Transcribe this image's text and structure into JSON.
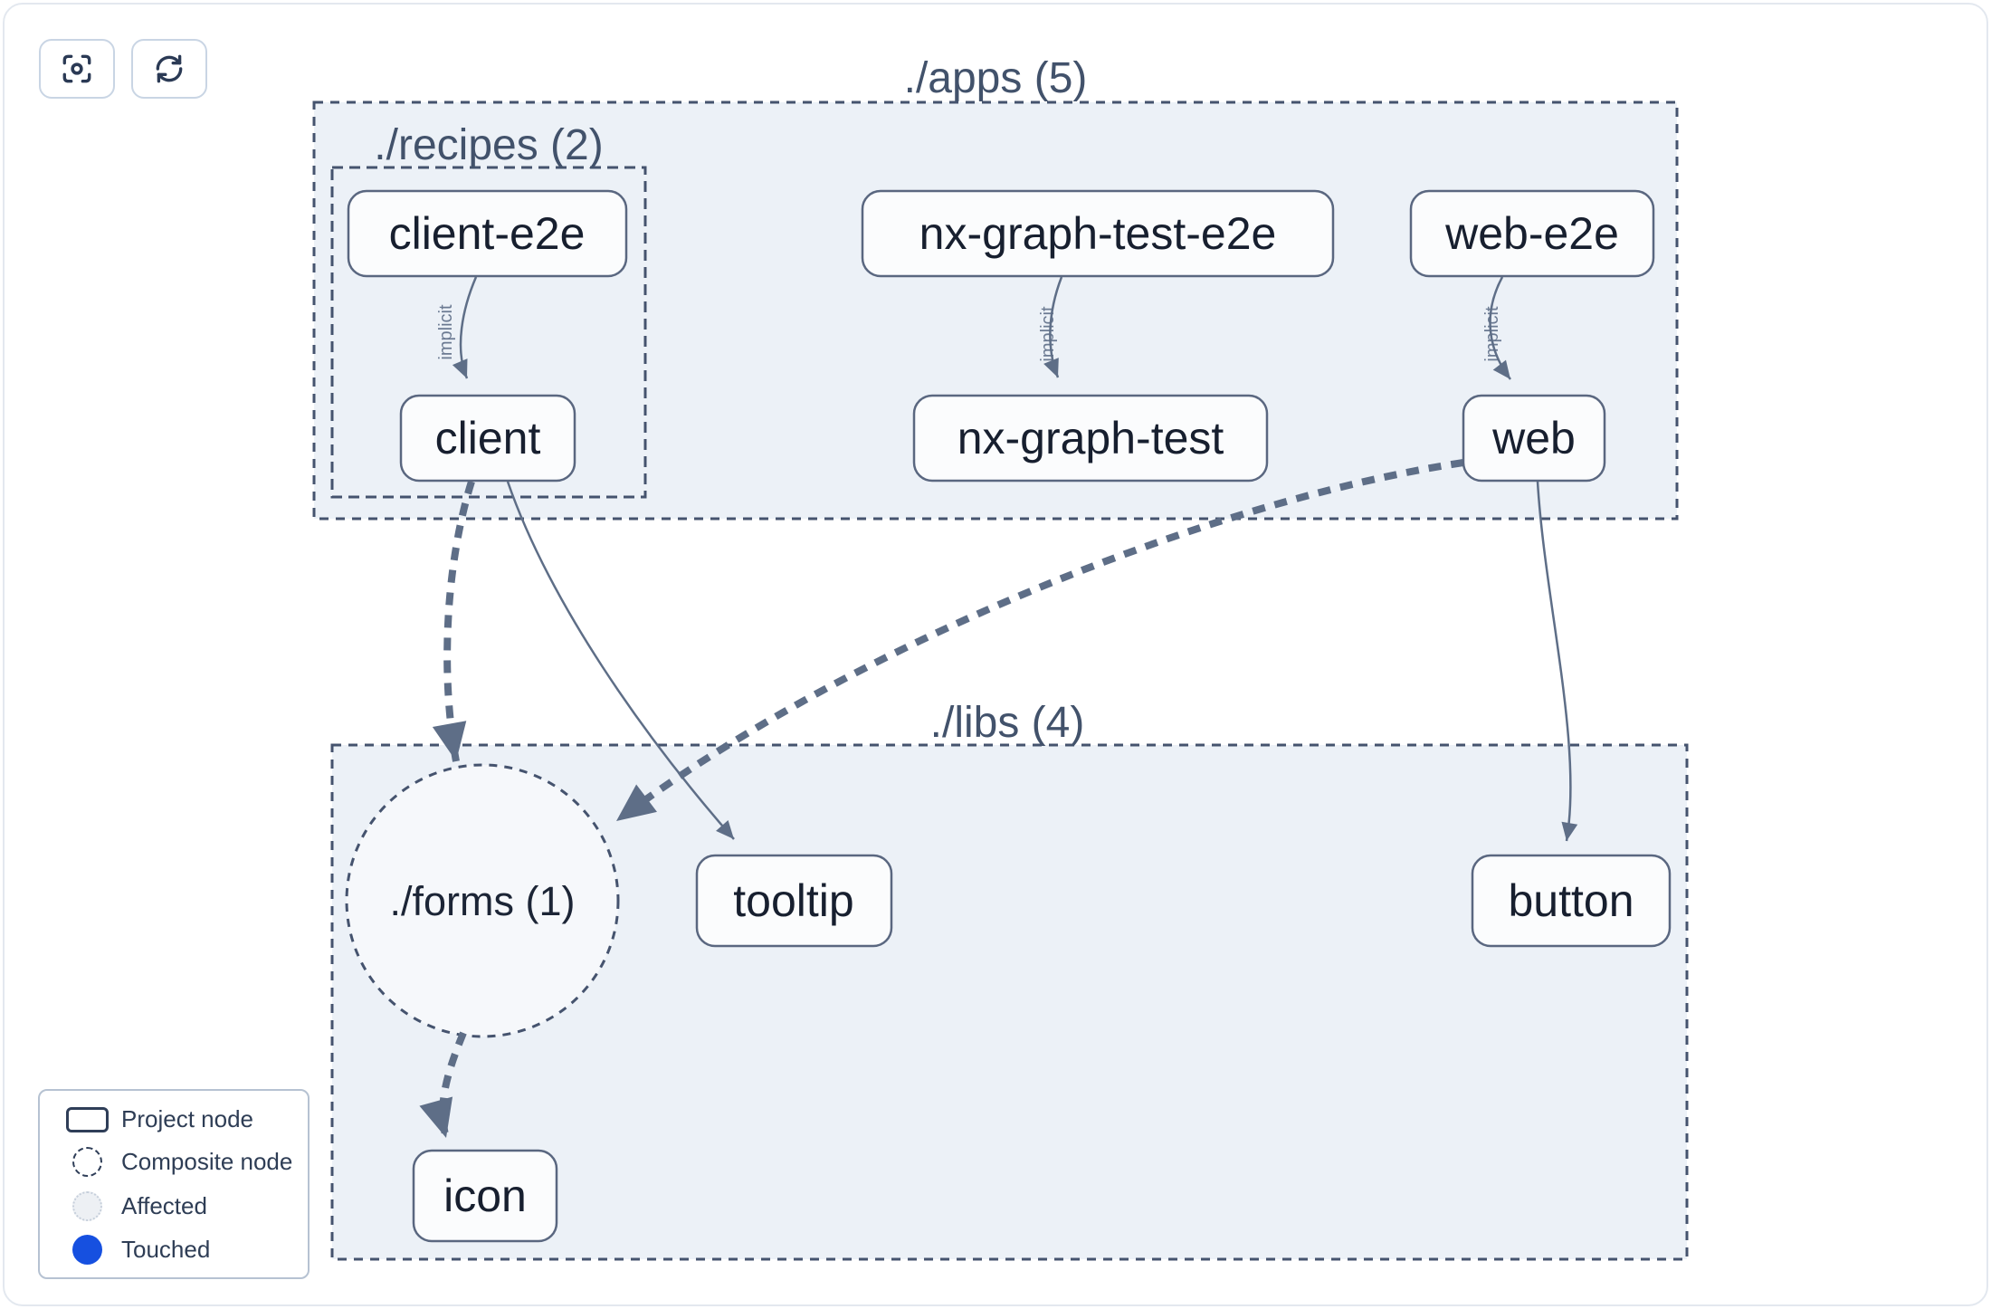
{
  "toolbar": {
    "buttons": [
      {
        "name": "focus-button",
        "icon": "focus-crosshair-icon"
      },
      {
        "name": "refresh-button",
        "icon": "refresh-icon"
      }
    ]
  },
  "graph": {
    "groups": [
      {
        "id": "apps",
        "label": "./apps (5)",
        "count": 5
      },
      {
        "id": "recipes",
        "label": "./recipes (2)",
        "count": 2
      },
      {
        "id": "libs",
        "label": "./libs (4)",
        "count": 4
      }
    ],
    "composite_nodes": [
      {
        "id": "forms",
        "label": "./forms (1)",
        "count": 1
      }
    ],
    "project_nodes": [
      {
        "id": "client-e2e",
        "label": "client-e2e",
        "group": "recipes"
      },
      {
        "id": "client",
        "label": "client",
        "group": "recipes"
      },
      {
        "id": "nx-graph-test-e2e",
        "label": "nx-graph-test-e2e",
        "group": "apps"
      },
      {
        "id": "nx-graph-test",
        "label": "nx-graph-test",
        "group": "apps"
      },
      {
        "id": "web-e2e",
        "label": "web-e2e",
        "group": "apps"
      },
      {
        "id": "web",
        "label": "web",
        "group": "apps"
      },
      {
        "id": "tooltip",
        "label": "tooltip",
        "group": "libs"
      },
      {
        "id": "button",
        "label": "button",
        "group": "libs"
      },
      {
        "id": "icon",
        "label": "icon",
        "group": "libs"
      }
    ],
    "edges": [
      {
        "from": "client-e2e",
        "to": "client",
        "type": "implicit",
        "label": "implicit"
      },
      {
        "from": "nx-graph-test-e2e",
        "to": "nx-graph-test",
        "type": "implicit",
        "label": "implicit"
      },
      {
        "from": "web-e2e",
        "to": "web",
        "type": "implicit",
        "label": "implicit"
      },
      {
        "from": "client",
        "to": "forms",
        "type": "dashed-collapsed",
        "label": ""
      },
      {
        "from": "client",
        "to": "tooltip",
        "type": "static",
        "label": ""
      },
      {
        "from": "web",
        "to": "forms",
        "type": "dashed-collapsed",
        "label": ""
      },
      {
        "from": "web",
        "to": "button",
        "type": "static",
        "label": ""
      },
      {
        "from": "forms",
        "to": "icon",
        "type": "dashed-collapsed",
        "label": ""
      }
    ]
  },
  "legend": {
    "items": [
      {
        "label": "Project node",
        "swatch": "project-rect"
      },
      {
        "label": "Composite node",
        "swatch": "dashed-circle"
      },
      {
        "label": "Affected",
        "swatch": "affected-circle"
      },
      {
        "label": "Touched",
        "swatch": "touched-circle"
      }
    ]
  },
  "colors": {
    "container_fill": "#ecf1f7",
    "composite_fill": "#f6f8fb",
    "node_fill": "#fbfcfd",
    "node_border": "#5a6780",
    "dashed_border": "#45536e",
    "edge": "#5e6e87",
    "section_text": "#42526b",
    "node_text": "#171f2f",
    "touched_blue": "#1650e0",
    "card_border": "#e3e8ef"
  }
}
